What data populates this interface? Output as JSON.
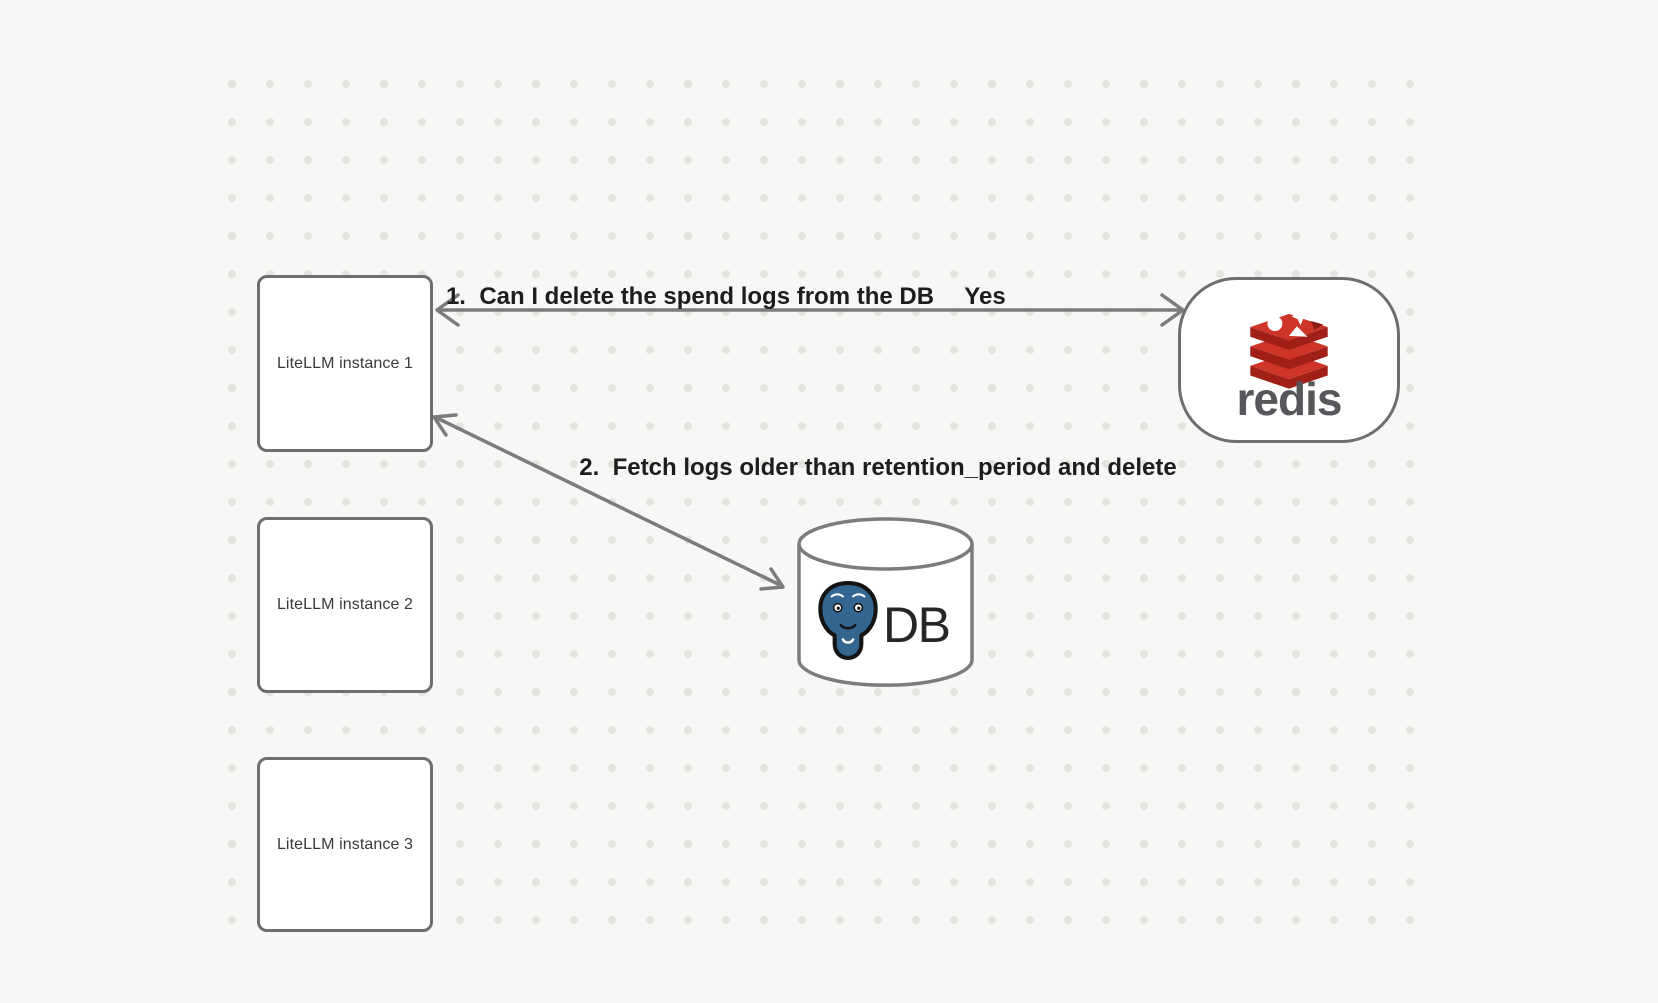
{
  "diagram": {
    "background_color": "#f8f7f5",
    "dot_color": "#e5e3e0",
    "stroke_color": "#7c7c7c",
    "box_border_color": "#6e6e6e",
    "nodes": {
      "instances": [
        {
          "label": "LiteLLM instance 1"
        },
        {
          "label": "LiteLLM instance 2"
        },
        {
          "label": "LiteLLM instance 3"
        }
      ],
      "redis": {
        "wordmark": "redis",
        "icon": "redis-stack-icon",
        "red": "#ce3428",
        "dark_red": "#a02018",
        "wordmark_color": "#56575b"
      },
      "db": {
        "label": "DB",
        "icon": "postgres-elephant-icon",
        "postgres_blue": "#336791"
      }
    },
    "edges": [
      {
        "label": "1.  Can I delete the spend logs from the DB",
        "response": "Yes",
        "from": "LiteLLM instance 1",
        "to": "redis",
        "style": "bidirectional-arrow"
      },
      {
        "label": "2.  Fetch logs older than retention_period and delete",
        "from": "LiteLLM instance 1",
        "to": "DB",
        "style": "bidirectional-arrow"
      }
    ]
  }
}
